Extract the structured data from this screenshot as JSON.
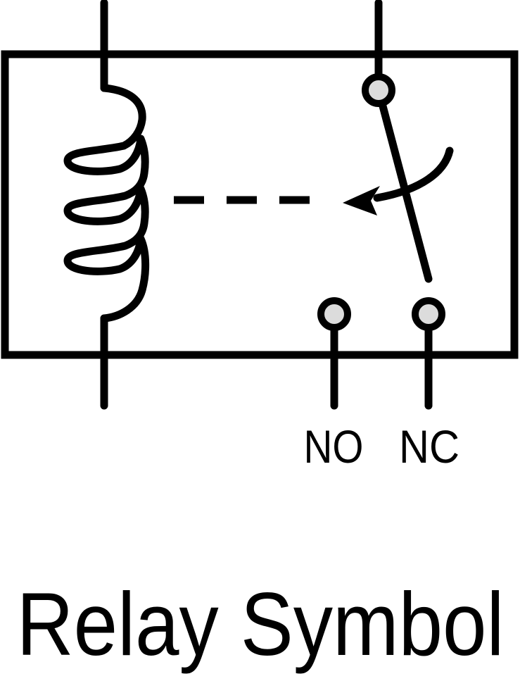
{
  "diagram": {
    "title": "Relay Symbol",
    "labels": {
      "no": "NO",
      "nc": "NC"
    },
    "colors": {
      "line": "#000000",
      "terminal_fill": "#DCDCDC",
      "background": "#FFFFFF"
    }
  }
}
